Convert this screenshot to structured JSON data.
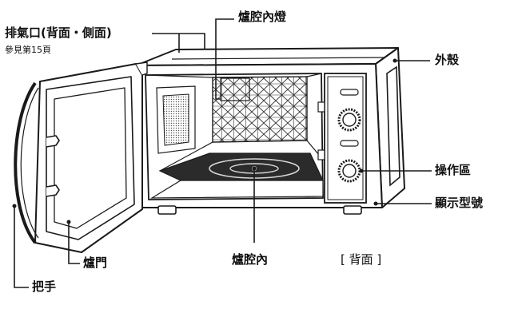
{
  "labels": {
    "exhaust": "排氣口(背面・側面)",
    "exhaust_note": "參見第15頁",
    "lamp": "爐腔內燈",
    "casing": "外殼",
    "control": "操作區",
    "model": "顯示型號",
    "door": "爐門",
    "cavity": "爐腔內",
    "back": "[ 背面 ]",
    "handle": "把手"
  },
  "colors": {
    "line": "#1a1a1a",
    "body_fill": "#ffffff",
    "tray": "#2b2b2b",
    "tray_ring": "#d9d9d9"
  }
}
